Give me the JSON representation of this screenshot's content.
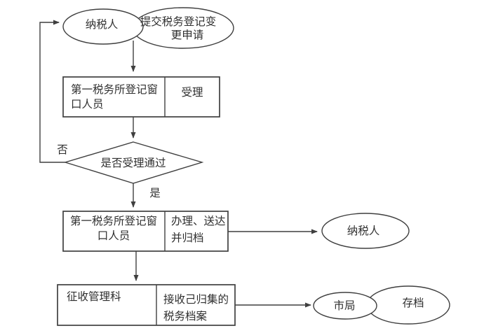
{
  "colors": {
    "stroke": "#3f3f3f",
    "text": "#2f2f2f",
    "background": "#ffffff"
  },
  "flowchart": {
    "start": {
      "actor": "纳税人"
    },
    "submit": {
      "line1": "提交税务登记变",
      "line2": "更申请"
    },
    "accept": {
      "role_line1": "第一税务所登记窗",
      "role_line2": "口人员",
      "action": "受理"
    },
    "decision": {
      "question": "是否受理通过",
      "no_label": "否",
      "yes_label": "是"
    },
    "handle": {
      "role_line1": "第一税务所登记窗",
      "role_line2": "口人员",
      "action_line1": "办理、送达",
      "action_line2": "并归档"
    },
    "notify": {
      "actor": "纳税人"
    },
    "archive_transfer": {
      "role": "征收管理科",
      "action_line1": "接收己归集的",
      "action_line2": "税务档案"
    },
    "bureau": {
      "actor": "市局"
    },
    "archive": {
      "label": "存档"
    }
  }
}
